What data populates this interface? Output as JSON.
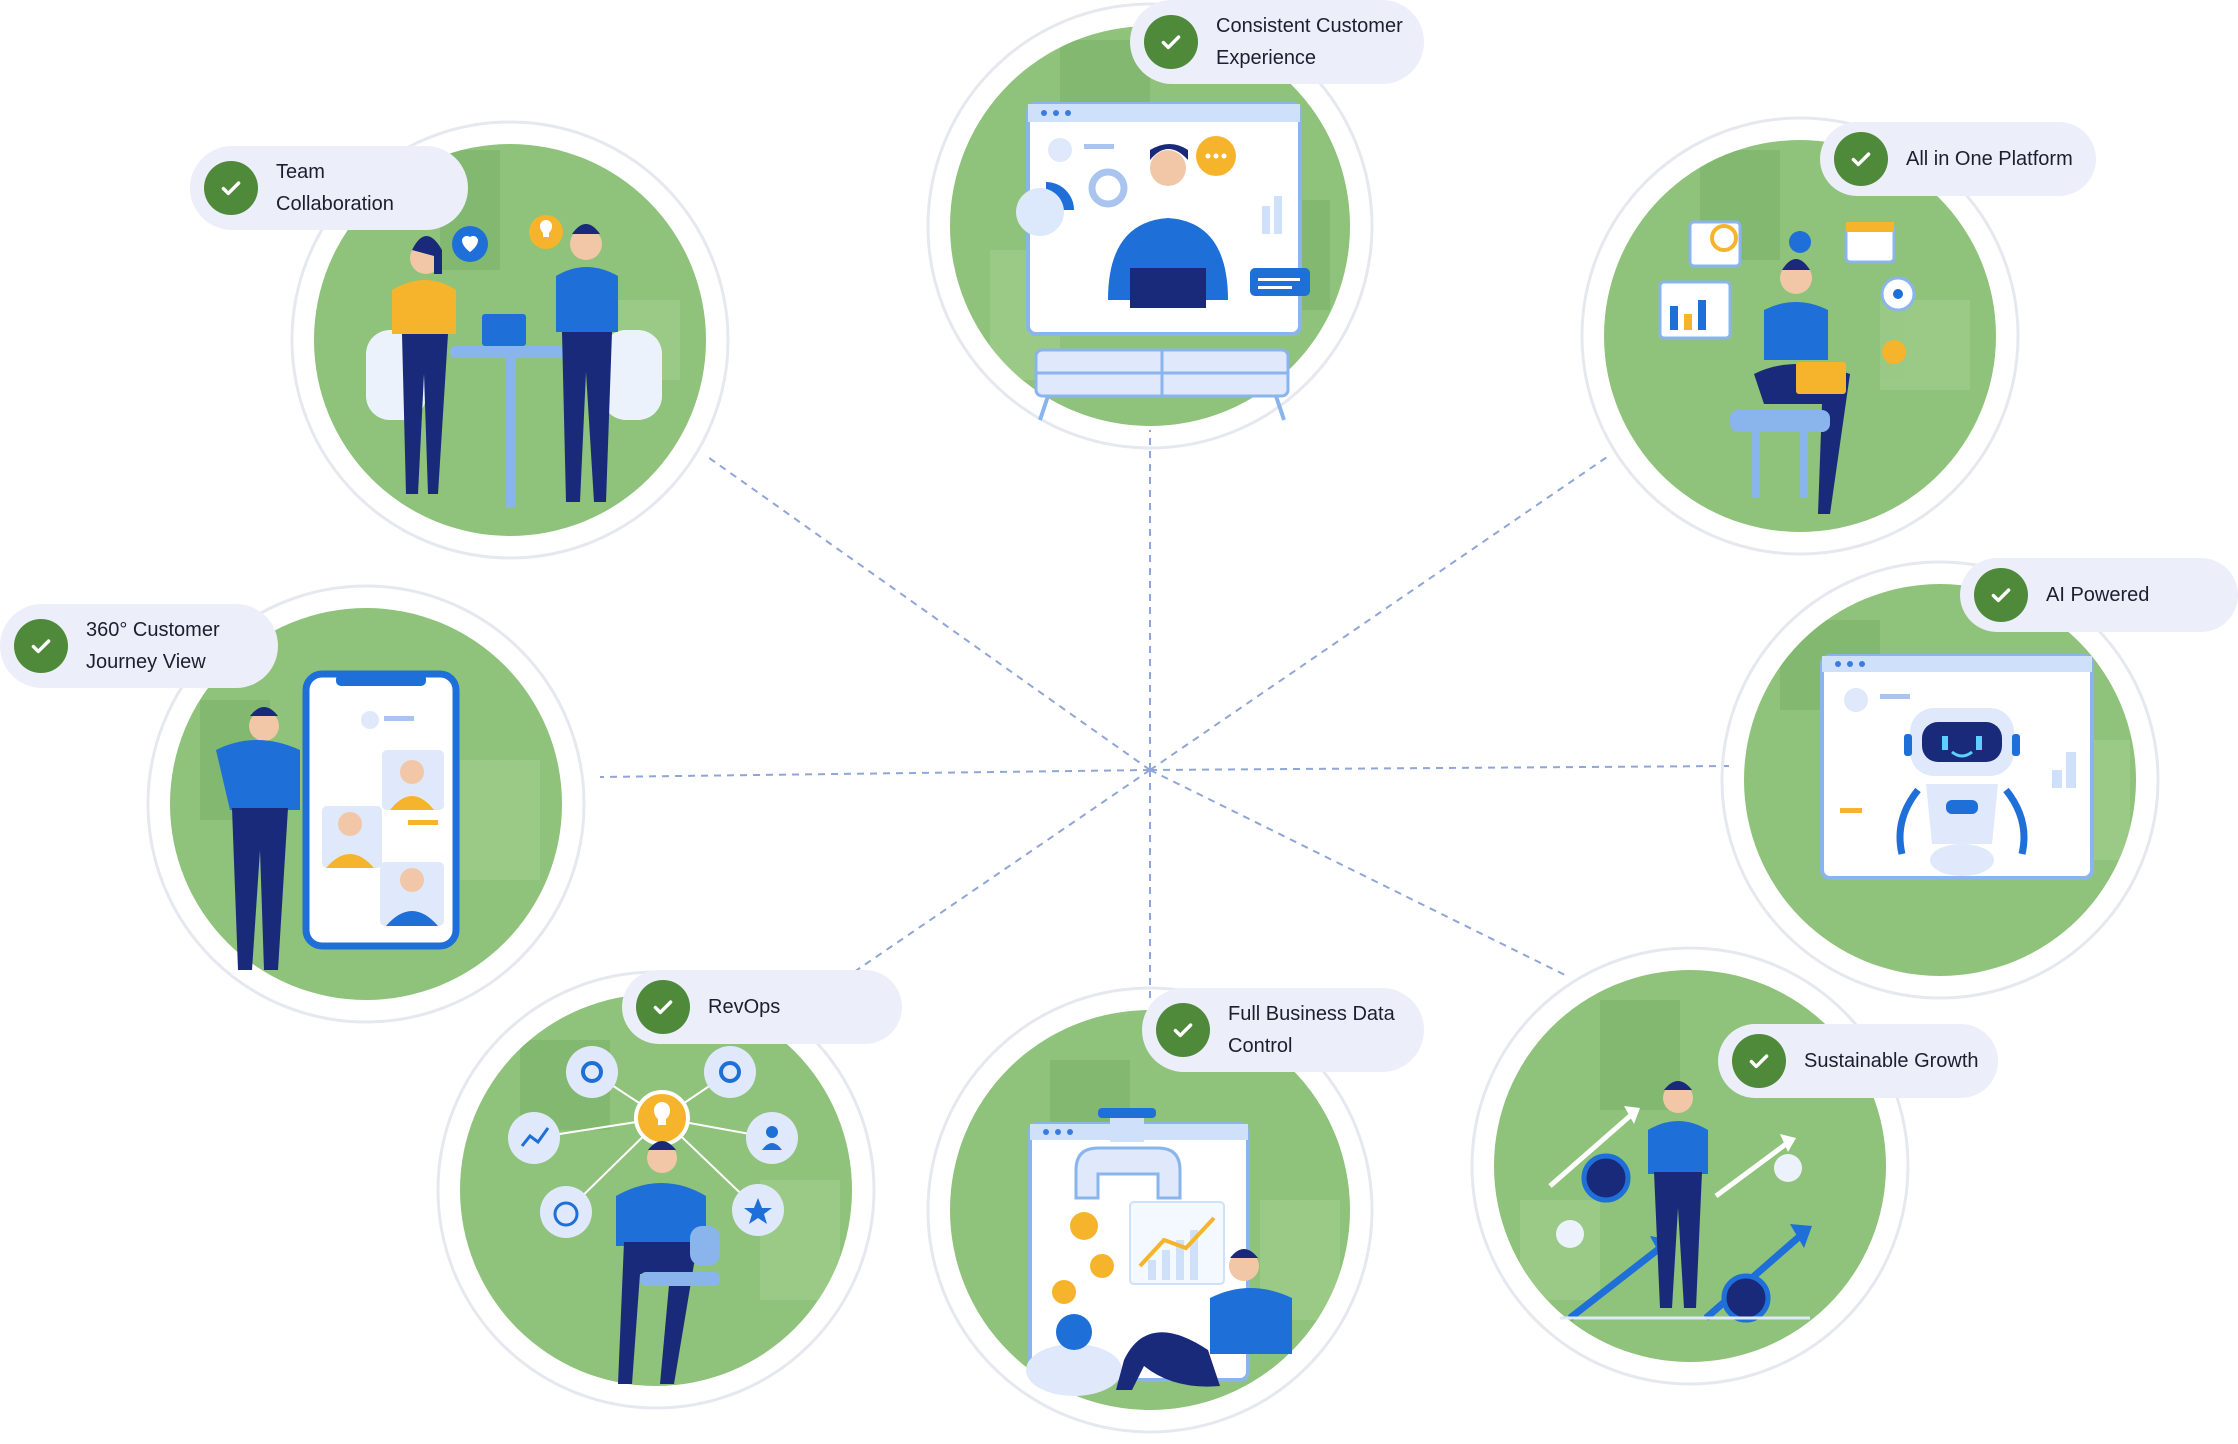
{
  "features": [
    {
      "id": "consistent-customer-experience",
      "label": "Consistent Customer Experience",
      "lines": [
        "Consistent Customer",
        "Experience"
      ]
    },
    {
      "id": "team-collaboration",
      "label": "Team Collaboration",
      "lines": [
        "Team",
        "Collaboration"
      ]
    },
    {
      "id": "all-in-one-platform",
      "label": "All in One Platform",
      "lines": [
        "All in One Platform"
      ]
    },
    {
      "id": "360-customer-journey-view",
      "label": "360° Customer Journey View",
      "lines": [
        "360° Customer",
        "Journey View"
      ]
    },
    {
      "id": "ai-powered",
      "label": "AI Powered",
      "lines": [
        "AI Powered"
      ]
    },
    {
      "id": "revops",
      "label": "RevOps",
      "lines": [
        "RevOps"
      ]
    },
    {
      "id": "full-business-data-control",
      "label": "Full Business Data Control",
      "lines": [
        "Full Business Data",
        "Control"
      ]
    },
    {
      "id": "sustainable-growth",
      "label": "Sustainable Growth",
      "lines": [
        "Sustainable Growth"
      ]
    }
  ],
  "colors": {
    "circle_green": "#8fc27a",
    "circle_green_dark": "#76ad63",
    "ring": "#e6e8ef",
    "check_green": "#4e8a3a",
    "label_bg": "#eceef9",
    "connector": "#8fa6d6",
    "figure_blue": "#1f6fd8",
    "figure_navy": "#1a2a7a",
    "accent_yellow": "#f6b42c"
  },
  "icons": [
    "check-icon",
    "lightbulb-icon",
    "heart-icon",
    "robot-icon",
    "chart-icon",
    "dollar-icon",
    "star-icon",
    "user-icon",
    "stopwatch-icon",
    "target-icon"
  ]
}
